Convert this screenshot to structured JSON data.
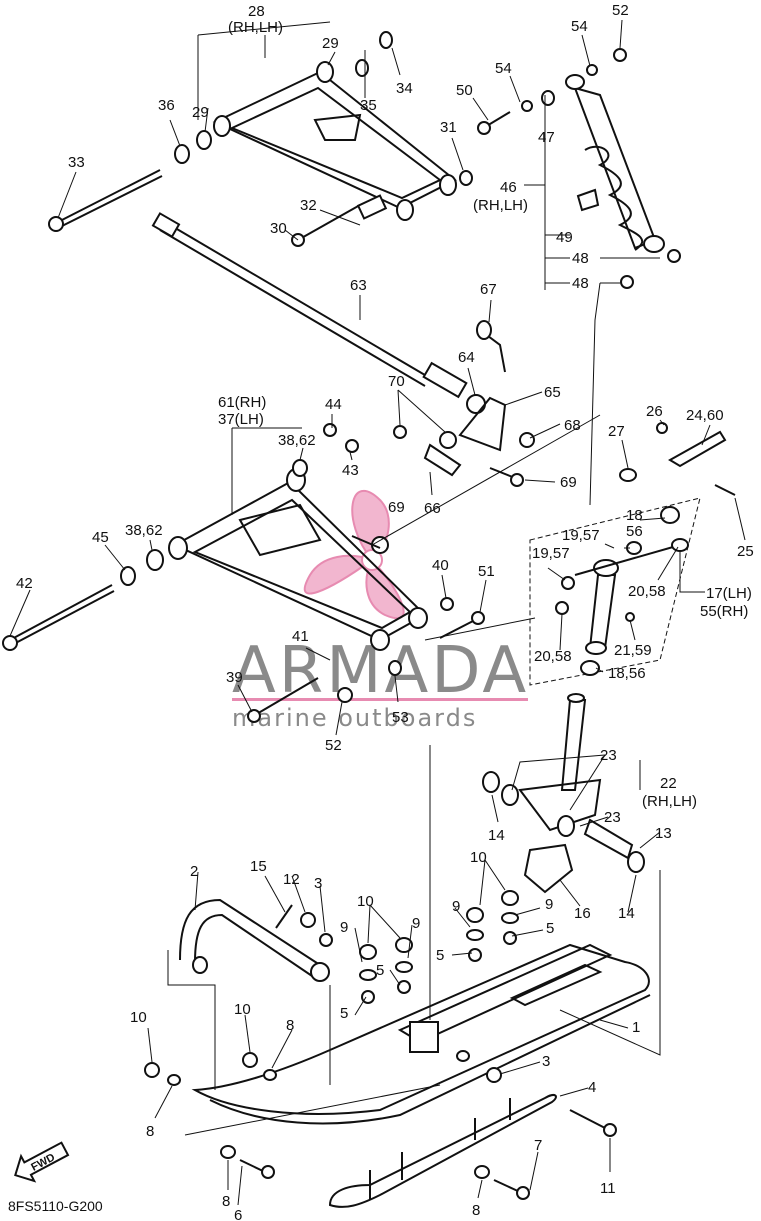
{
  "diagram_code": "8FS5110-G200",
  "fwd_label": "FWD",
  "watermark": {
    "brand": "ARMADA",
    "tagline": "marine outboards"
  },
  "callouts": [
    {
      "id": "c28",
      "text": "28"
    },
    {
      "id": "c28s",
      "text": "(RH,LH)"
    },
    {
      "id": "c29a",
      "text": "29"
    },
    {
      "id": "c29b",
      "text": "29"
    },
    {
      "id": "c34",
      "text": "34"
    },
    {
      "id": "c35",
      "text": "35"
    },
    {
      "id": "c36",
      "text": "36"
    },
    {
      "id": "c31",
      "text": "31"
    },
    {
      "id": "c33",
      "text": "33"
    },
    {
      "id": "c32",
      "text": "32"
    },
    {
      "id": "c30",
      "text": "30"
    },
    {
      "id": "c52a",
      "text": "52"
    },
    {
      "id": "c54a",
      "text": "54"
    },
    {
      "id": "c54b",
      "text": "54"
    },
    {
      "id": "c50",
      "text": "50"
    },
    {
      "id": "c47",
      "text": "47"
    },
    {
      "id": "c46",
      "text": "46"
    },
    {
      "id": "c46s",
      "text": "(RH,LH)"
    },
    {
      "id": "c49",
      "text": "49"
    },
    {
      "id": "c48a",
      "text": "48"
    },
    {
      "id": "c48b",
      "text": "48"
    },
    {
      "id": "c63",
      "text": "63"
    },
    {
      "id": "c67",
      "text": "67"
    },
    {
      "id": "c64",
      "text": "64"
    },
    {
      "id": "c65",
      "text": "65"
    },
    {
      "id": "c70",
      "text": "70"
    },
    {
      "id": "c68",
      "text": "68"
    },
    {
      "id": "c66",
      "text": "66"
    },
    {
      "id": "c69a",
      "text": "69"
    },
    {
      "id": "c69b",
      "text": "69"
    },
    {
      "id": "c61",
      "text": "61(RH)"
    },
    {
      "id": "c37",
      "text": "37(LH)"
    },
    {
      "id": "c44",
      "text": "44"
    },
    {
      "id": "c3862a",
      "text": "38,62"
    },
    {
      "id": "c43",
      "text": "43"
    },
    {
      "id": "c3862b",
      "text": "38,62"
    },
    {
      "id": "c45",
      "text": "45"
    },
    {
      "id": "c42",
      "text": "42"
    },
    {
      "id": "c40",
      "text": "40"
    },
    {
      "id": "c51",
      "text": "51"
    },
    {
      "id": "c41",
      "text": "41"
    },
    {
      "id": "c39",
      "text": "39"
    },
    {
      "id": "c53",
      "text": "53"
    },
    {
      "id": "c52b",
      "text": "52"
    },
    {
      "id": "c27",
      "text": "27"
    },
    {
      "id": "c26",
      "text": "26"
    },
    {
      "id": "c2460",
      "text": "24,60"
    },
    {
      "id": "c25",
      "text": "25"
    },
    {
      "id": "c18",
      "text": "18"
    },
    {
      "id": "c56",
      "text": "56"
    },
    {
      "id": "c1957a",
      "text": "19,57"
    },
    {
      "id": "c1957b",
      "text": "19,57"
    },
    {
      "id": "c2058a",
      "text": "20,58"
    },
    {
      "id": "c17",
      "text": "17(LH)"
    },
    {
      "id": "c55",
      "text": "55(RH)"
    },
    {
      "id": "c2159",
      "text": "21,59"
    },
    {
      "id": "c2058b",
      "text": "20,58"
    },
    {
      "id": "c1856",
      "text": "18,56"
    },
    {
      "id": "c23a",
      "text": "23"
    },
    {
      "id": "c22",
      "text": "22"
    },
    {
      "id": "c22s",
      "text": "(RH,LH)"
    },
    {
      "id": "c23b",
      "text": "23"
    },
    {
      "id": "c13",
      "text": "13"
    },
    {
      "id": "c14a",
      "text": "14"
    },
    {
      "id": "c14b",
      "text": "14"
    },
    {
      "id": "c16",
      "text": "16"
    },
    {
      "id": "c2",
      "text": "2"
    },
    {
      "id": "c15",
      "text": "15"
    },
    {
      "id": "c12",
      "text": "12"
    },
    {
      "id": "c3a",
      "text": "3"
    },
    {
      "id": "c10a",
      "text": "10"
    },
    {
      "id": "c10b",
      "text": "10"
    },
    {
      "id": "c9a",
      "text": "9"
    },
    {
      "id": "c9b",
      "text": "9"
    },
    {
      "id": "c9c",
      "text": "9"
    },
    {
      "id": "c9d",
      "text": "9"
    },
    {
      "id": "c5a",
      "text": "5"
    },
    {
      "id": "c5b",
      "text": "5"
    },
    {
      "id": "c5c",
      "text": "5"
    },
    {
      "id": "c5d",
      "text": "5"
    },
    {
      "id": "c1",
      "text": "1"
    },
    {
      "id": "c10c",
      "text": "10"
    },
    {
      "id": "c10d",
      "text": "10"
    },
    {
      "id": "c8a",
      "text": "8"
    },
    {
      "id": "c8b",
      "text": "8"
    },
    {
      "id": "c8c",
      "text": "8"
    },
    {
      "id": "c8d",
      "text": "8"
    },
    {
      "id": "c3b",
      "text": "3"
    },
    {
      "id": "c4",
      "text": "4"
    },
    {
      "id": "c7",
      "text": "7"
    },
    {
      "id": "c11",
      "text": "11"
    },
    {
      "id": "c6",
      "text": "6"
    }
  ]
}
